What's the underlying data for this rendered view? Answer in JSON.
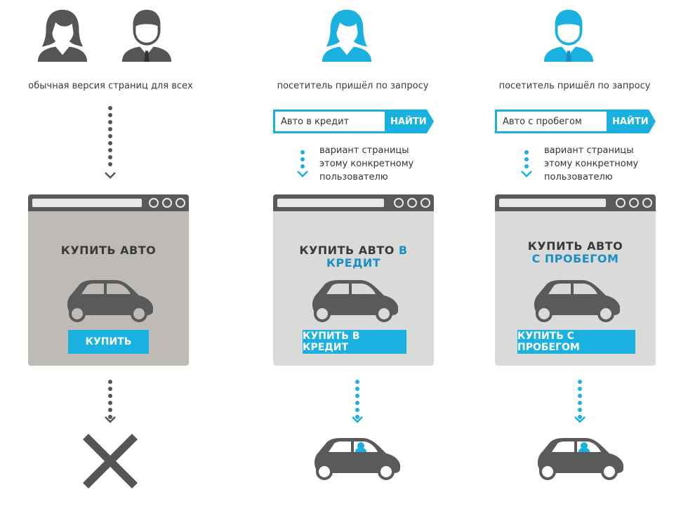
{
  "columns": [
    {
      "caption": "обычная версия страниц для всех",
      "window_title": "КУПИТЬ АВТО",
      "window_title_accent": "",
      "window_title_accent2": "",
      "button": "КУПИТЬ",
      "outcome": "reject-x-icon"
    },
    {
      "caption": "посетитель пришёл по запросу",
      "search_value": "Авто в кредит",
      "search_button": "НАЙТИ",
      "variant_lines": [
        "вариант страницы",
        "этому конкретному",
        "пользователю"
      ],
      "window_title": "КУПИТЬ АВТО ",
      "window_title_accent": "В КРЕДИТ",
      "button": "КУПИТЬ В КРЕДИТ",
      "outcome": "car-with-driver-icon"
    },
    {
      "caption": "посетитель пришёл по запросу",
      "search_value": "Авто с пробегом",
      "search_button": "НАЙТИ",
      "variant_lines": [
        "вариант страницы",
        "этому конкретному",
        "пользователю"
      ],
      "window_title": "КУПИТЬ АВТО",
      "window_title_accent2": "С ПРОБЕГОМ",
      "button": "КУПИТЬ С ПРОБЕГОМ",
      "outcome": "car-with-driver-icon"
    }
  ],
  "colors": {
    "accent": "#1ab0e0",
    "accent_text": "#1a8fc4",
    "dark": "#5a5a5a",
    "gray_page": "#bebbb6",
    "light_page": "#dadad9"
  }
}
